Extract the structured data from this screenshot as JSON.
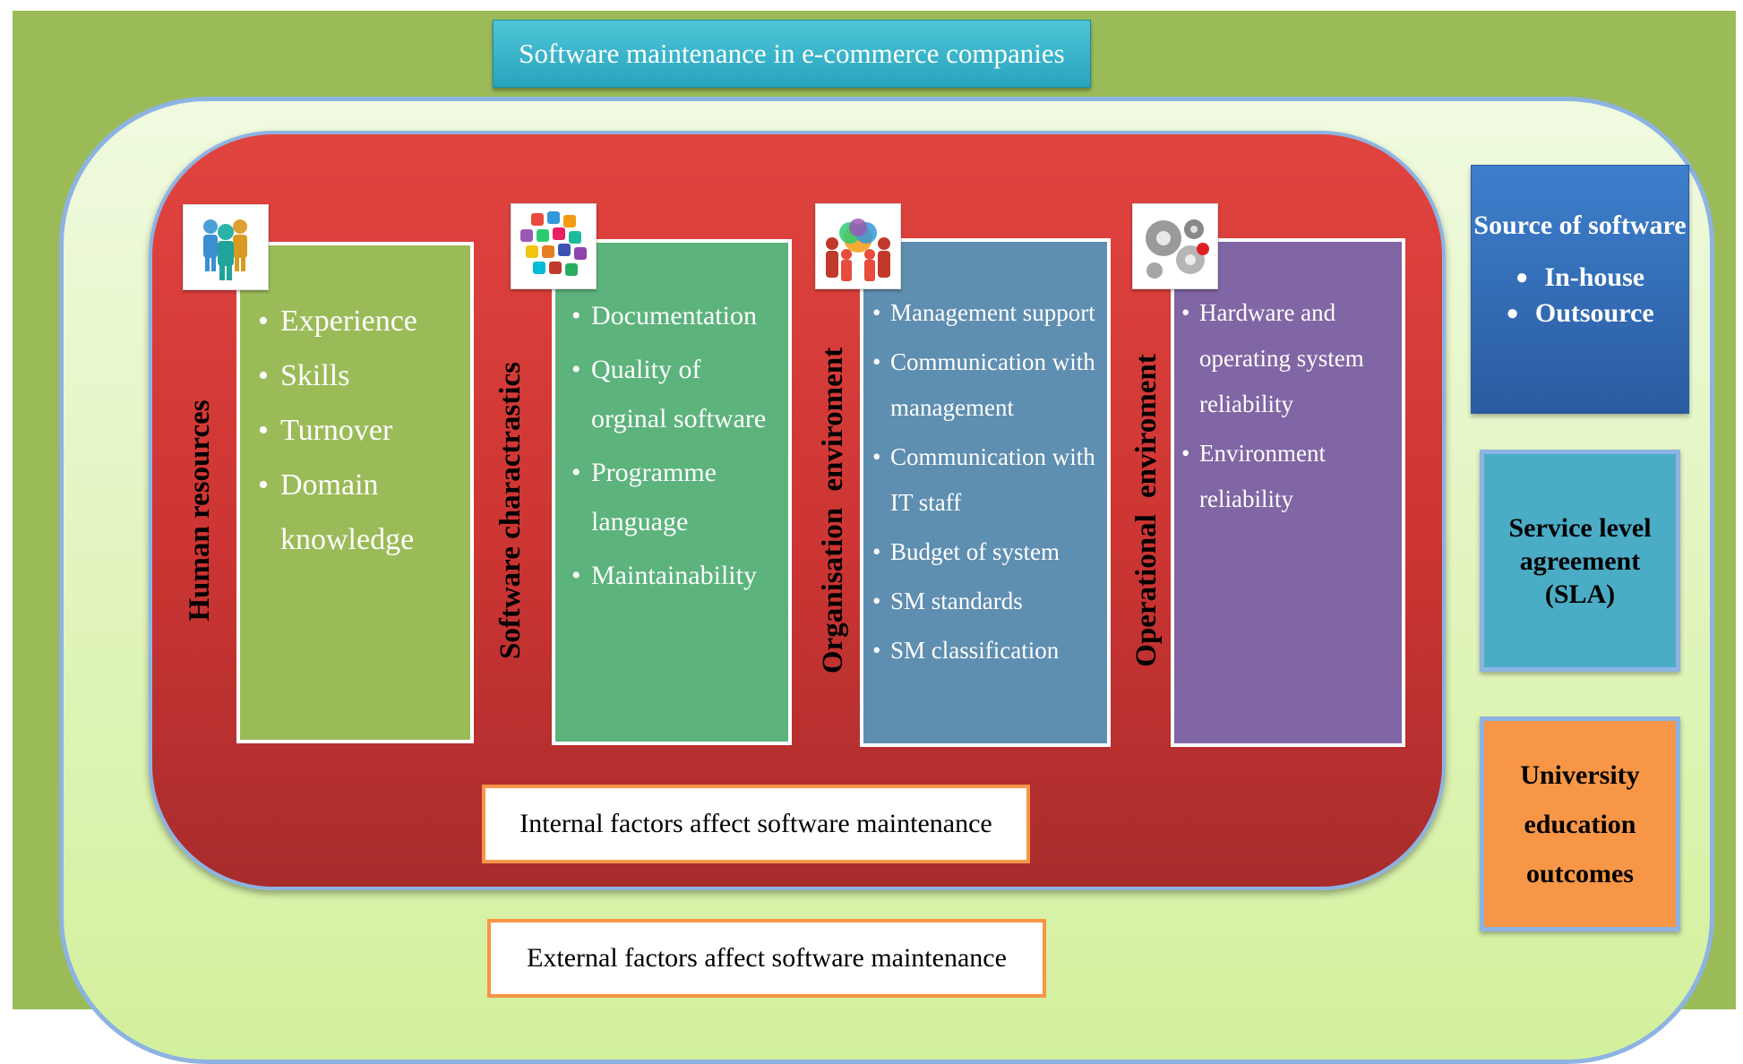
{
  "title": "Software maintenance in e-commerce companies",
  "internal_label": "Internal factors affect software maintenance",
  "external_label": "External factors affect software maintenance",
  "categories": [
    {
      "label": "Human resources",
      "icon": "people-group-icon",
      "color": "#9bbb59",
      "items": [
        "Experience",
        "Skills",
        "Turnover",
        "Domain knowledge"
      ]
    },
    {
      "label": "Software charactrastics",
      "icon": "app-icons-cluster-icon",
      "color": "#5cb37c",
      "items": [
        "Documentation",
        "Quality of orginal software",
        "Programme language",
        "Maintainability"
      ]
    },
    {
      "label": "Organisation enviroment",
      "icon": "team-hands-icon",
      "color": "#5e8eb0",
      "items": [
        "Management support",
        "Communication with management",
        "Communication with IT staff",
        "Budget of system",
        "SM standards",
        "SM classification"
      ]
    },
    {
      "label": "Operational enviroment",
      "icon": "gears-icon",
      "color": "#8066a4",
      "items": [
        "Hardware and operating system reliability",
        "Environment reliability"
      ]
    }
  ],
  "external": {
    "source": {
      "title": "Source of software",
      "items": [
        "In-house",
        "Outsource"
      ],
      "color": "#3d7fcc"
    },
    "sla": {
      "text": "Service level agreement (SLA)",
      "color": "#4bacc6"
    },
    "university": {
      "text": "University education outcomes",
      "color": "#f79646"
    }
  },
  "colors": {
    "background": "#9bbb59",
    "internal_frame": "#d63b38",
    "external_frame": "#e8f7c8",
    "frame_border": "#8db3e2",
    "title_box": "#31b0c8",
    "label_border": "#f79646"
  }
}
